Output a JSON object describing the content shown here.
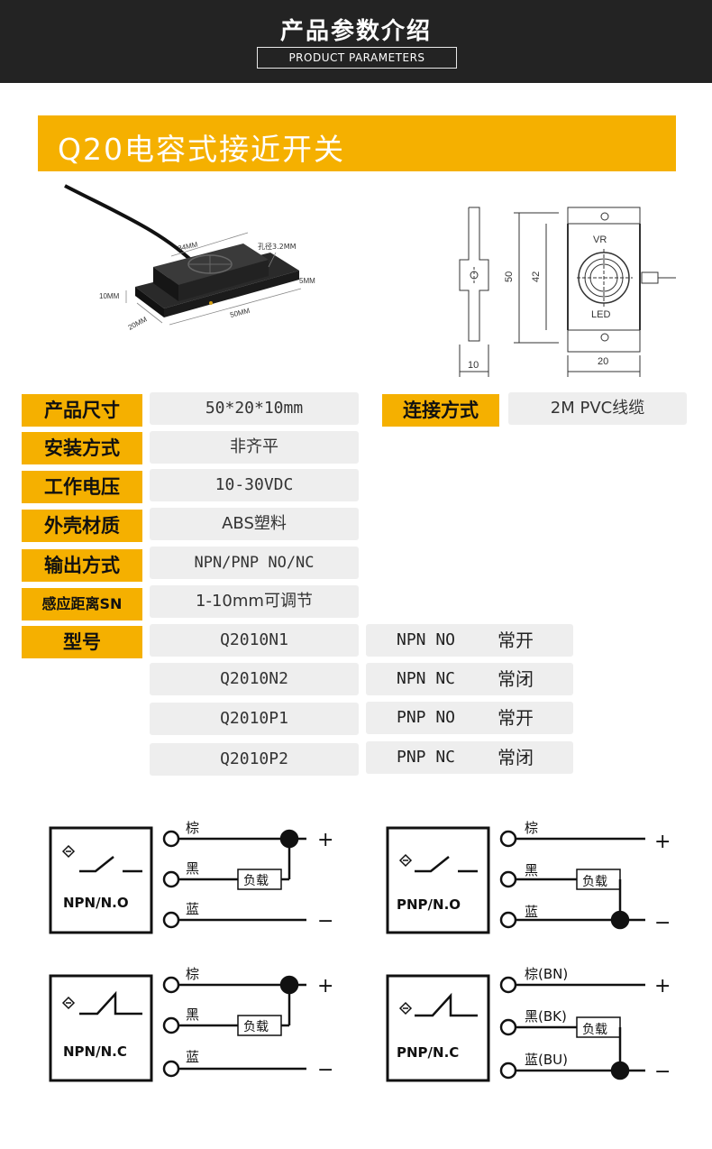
{
  "header": {
    "title": "产品参数介绍",
    "subtitle": "PRODUCT PARAMETERS"
  },
  "banner": {
    "title": "Q20电容式接近开关"
  },
  "photo": {
    "dim_width": "34MM",
    "hole": "孔径3.2MM",
    "dim_h": "10MM",
    "dim_t": "5MM",
    "dim_d": "20MM",
    "dim_l": "50MM"
  },
  "drawing": {
    "dim_50": "50",
    "dim_42": "42",
    "dim_10": "10",
    "dim_20": "20",
    "vr": "VR",
    "led": "LED"
  },
  "specs": {
    "size_label": "产品尺寸",
    "size_value": "50*20*10mm",
    "conn_label": "连接方式",
    "conn_value": "2M PVC线缆",
    "mount_label": "安装方式",
    "mount_value": "非齐平",
    "voltage_label": "工作电压",
    "voltage_value": "10-30VDC",
    "shell_label": "外壳材质",
    "shell_value": "ABS塑料",
    "output_label": "输出方式",
    "output_value": "NPN/PNP NO/NC",
    "range_label": "感应距离SN",
    "range_value": "1-10mm可调节",
    "model_label": "型号"
  },
  "models": [
    {
      "model": "Q2010N1",
      "type": "NPN NO",
      "state": "常开"
    },
    {
      "model": "Q2010N2",
      "type": "NPN NC",
      "state": "常闭"
    },
    {
      "model": "Q2010P1",
      "type": "PNP NO",
      "state": "常开"
    },
    {
      "model": "Q2010P2",
      "type": "PNP NC",
      "state": "常闭"
    }
  ],
  "wiring": {
    "npn_no": "NPN/N.O",
    "pnp_no": "PNP/N.O",
    "npn_nc": "NPN/N.C",
    "pnp_nc": "PNP/N.C",
    "brown": "棕",
    "black": "黑",
    "blue": "蓝",
    "brown_en": "棕(BN)",
    "black_en": "黑(BK)",
    "blue_en": "蓝(BU)",
    "load": "负载",
    "plus": "+",
    "minus": "−"
  }
}
